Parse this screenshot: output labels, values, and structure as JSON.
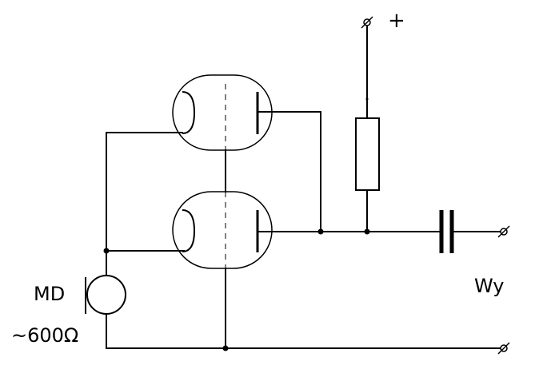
{
  "labels": {
    "supply": "+",
    "microphone": "MD",
    "impedance": "~600Ω",
    "output": "Wy"
  },
  "colors": {
    "ink": "#000000",
    "background": "#ffffff"
  }
}
